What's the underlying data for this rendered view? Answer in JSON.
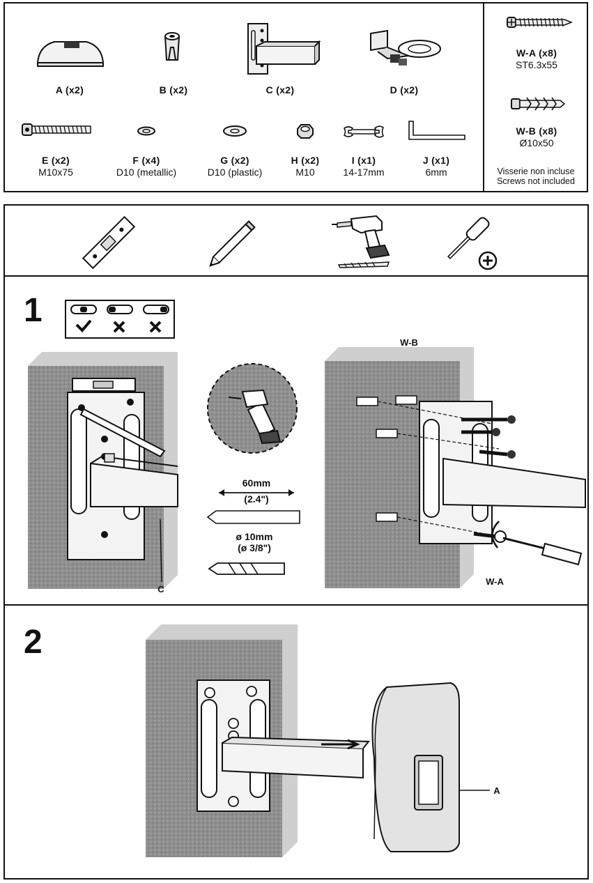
{
  "parts": [
    {
      "id": "A",
      "label": "A (x2)",
      "sub": ""
    },
    {
      "id": "B",
      "label": "B (x2)",
      "sub": ""
    },
    {
      "id": "C",
      "label": "C (x2)",
      "sub": ""
    },
    {
      "id": "D",
      "label": "D (x2)",
      "sub": ""
    },
    {
      "id": "E",
      "label": "E (x2)",
      "sub": "M10x75"
    },
    {
      "id": "F",
      "label": "F (x4)",
      "sub": "D10 (metallic)"
    },
    {
      "id": "G",
      "label": "G (x2)",
      "sub": "D10 (plastic)"
    },
    {
      "id": "H",
      "label": "H (x2)",
      "sub": "M10"
    },
    {
      "id": "I",
      "label": "I (x1)",
      "sub": "14-17mm"
    },
    {
      "id": "J",
      "label": "J (x1)",
      "sub": "6mm"
    }
  ],
  "wall_hardware": [
    {
      "label": "W-A (x8)",
      "sub": "ST6.3x55"
    },
    {
      "label": "W-B (x8)",
      "sub": "Ø10x50"
    }
  ],
  "screws_note": {
    "fr": "Visserie non incluse",
    "en": "Screws not included"
  },
  "tools": [
    "level-icon",
    "pencil-icon",
    "drill-icon",
    "screwdriver-icon"
  ],
  "step1": {
    "number": "1",
    "hole_spacing": "60mm",
    "hole_spacing_in": "(2.4\")",
    "drill_diameter": "ø 10mm",
    "drill_diameter_in": "(ø 3/8\")",
    "label_c": "C",
    "label_wb": "W-B",
    "label_wa": "W-A"
  },
  "step2": {
    "number": "2",
    "label_a": "A"
  }
}
